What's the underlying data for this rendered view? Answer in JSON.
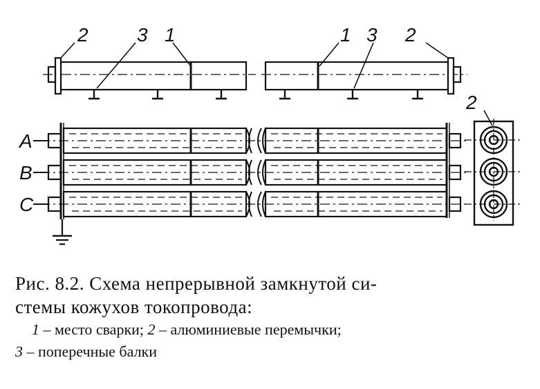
{
  "callouts": {
    "left_2": "2",
    "left_3": "3",
    "left_1": "1",
    "right_1": "1",
    "right_3": "3",
    "right_2": "2",
    "section_2": "2"
  },
  "phases": [
    "A",
    "B",
    "C"
  ],
  "caption": {
    "line1": "Рис. 8.2. Схема непрерывной замкнутой си-",
    "line2": "стемы кожухов токопровода:",
    "legend": [
      {
        "num": "1",
        "text": " – место сварки; "
      },
      {
        "num": "2",
        "text": " – алюминиевые перемычки;"
      },
      {
        "num": "3",
        "text": " – поперечные балки"
      }
    ]
  }
}
